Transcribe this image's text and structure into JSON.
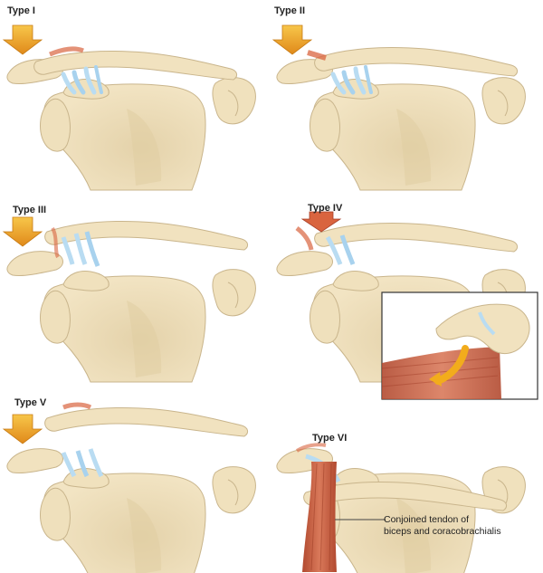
{
  "panels": [
    {
      "label": "Type I"
    },
    {
      "label": "Type II"
    },
    {
      "label": "Type III"
    },
    {
      "label": "Type IV"
    },
    {
      "label": "Type V"
    },
    {
      "label": "Type VI"
    }
  ],
  "callout": {
    "line1": "Conjoined tendon of",
    "line2": "biceps and coracobrachialis"
  },
  "colors": {
    "bone": "#f1e2bf",
    "bone_outline": "#c9b58c",
    "ligament": "#b9dcf2",
    "injury": "#d9643f",
    "arrow": "#f2ac1c",
    "muscle": "#c65a3c"
  }
}
